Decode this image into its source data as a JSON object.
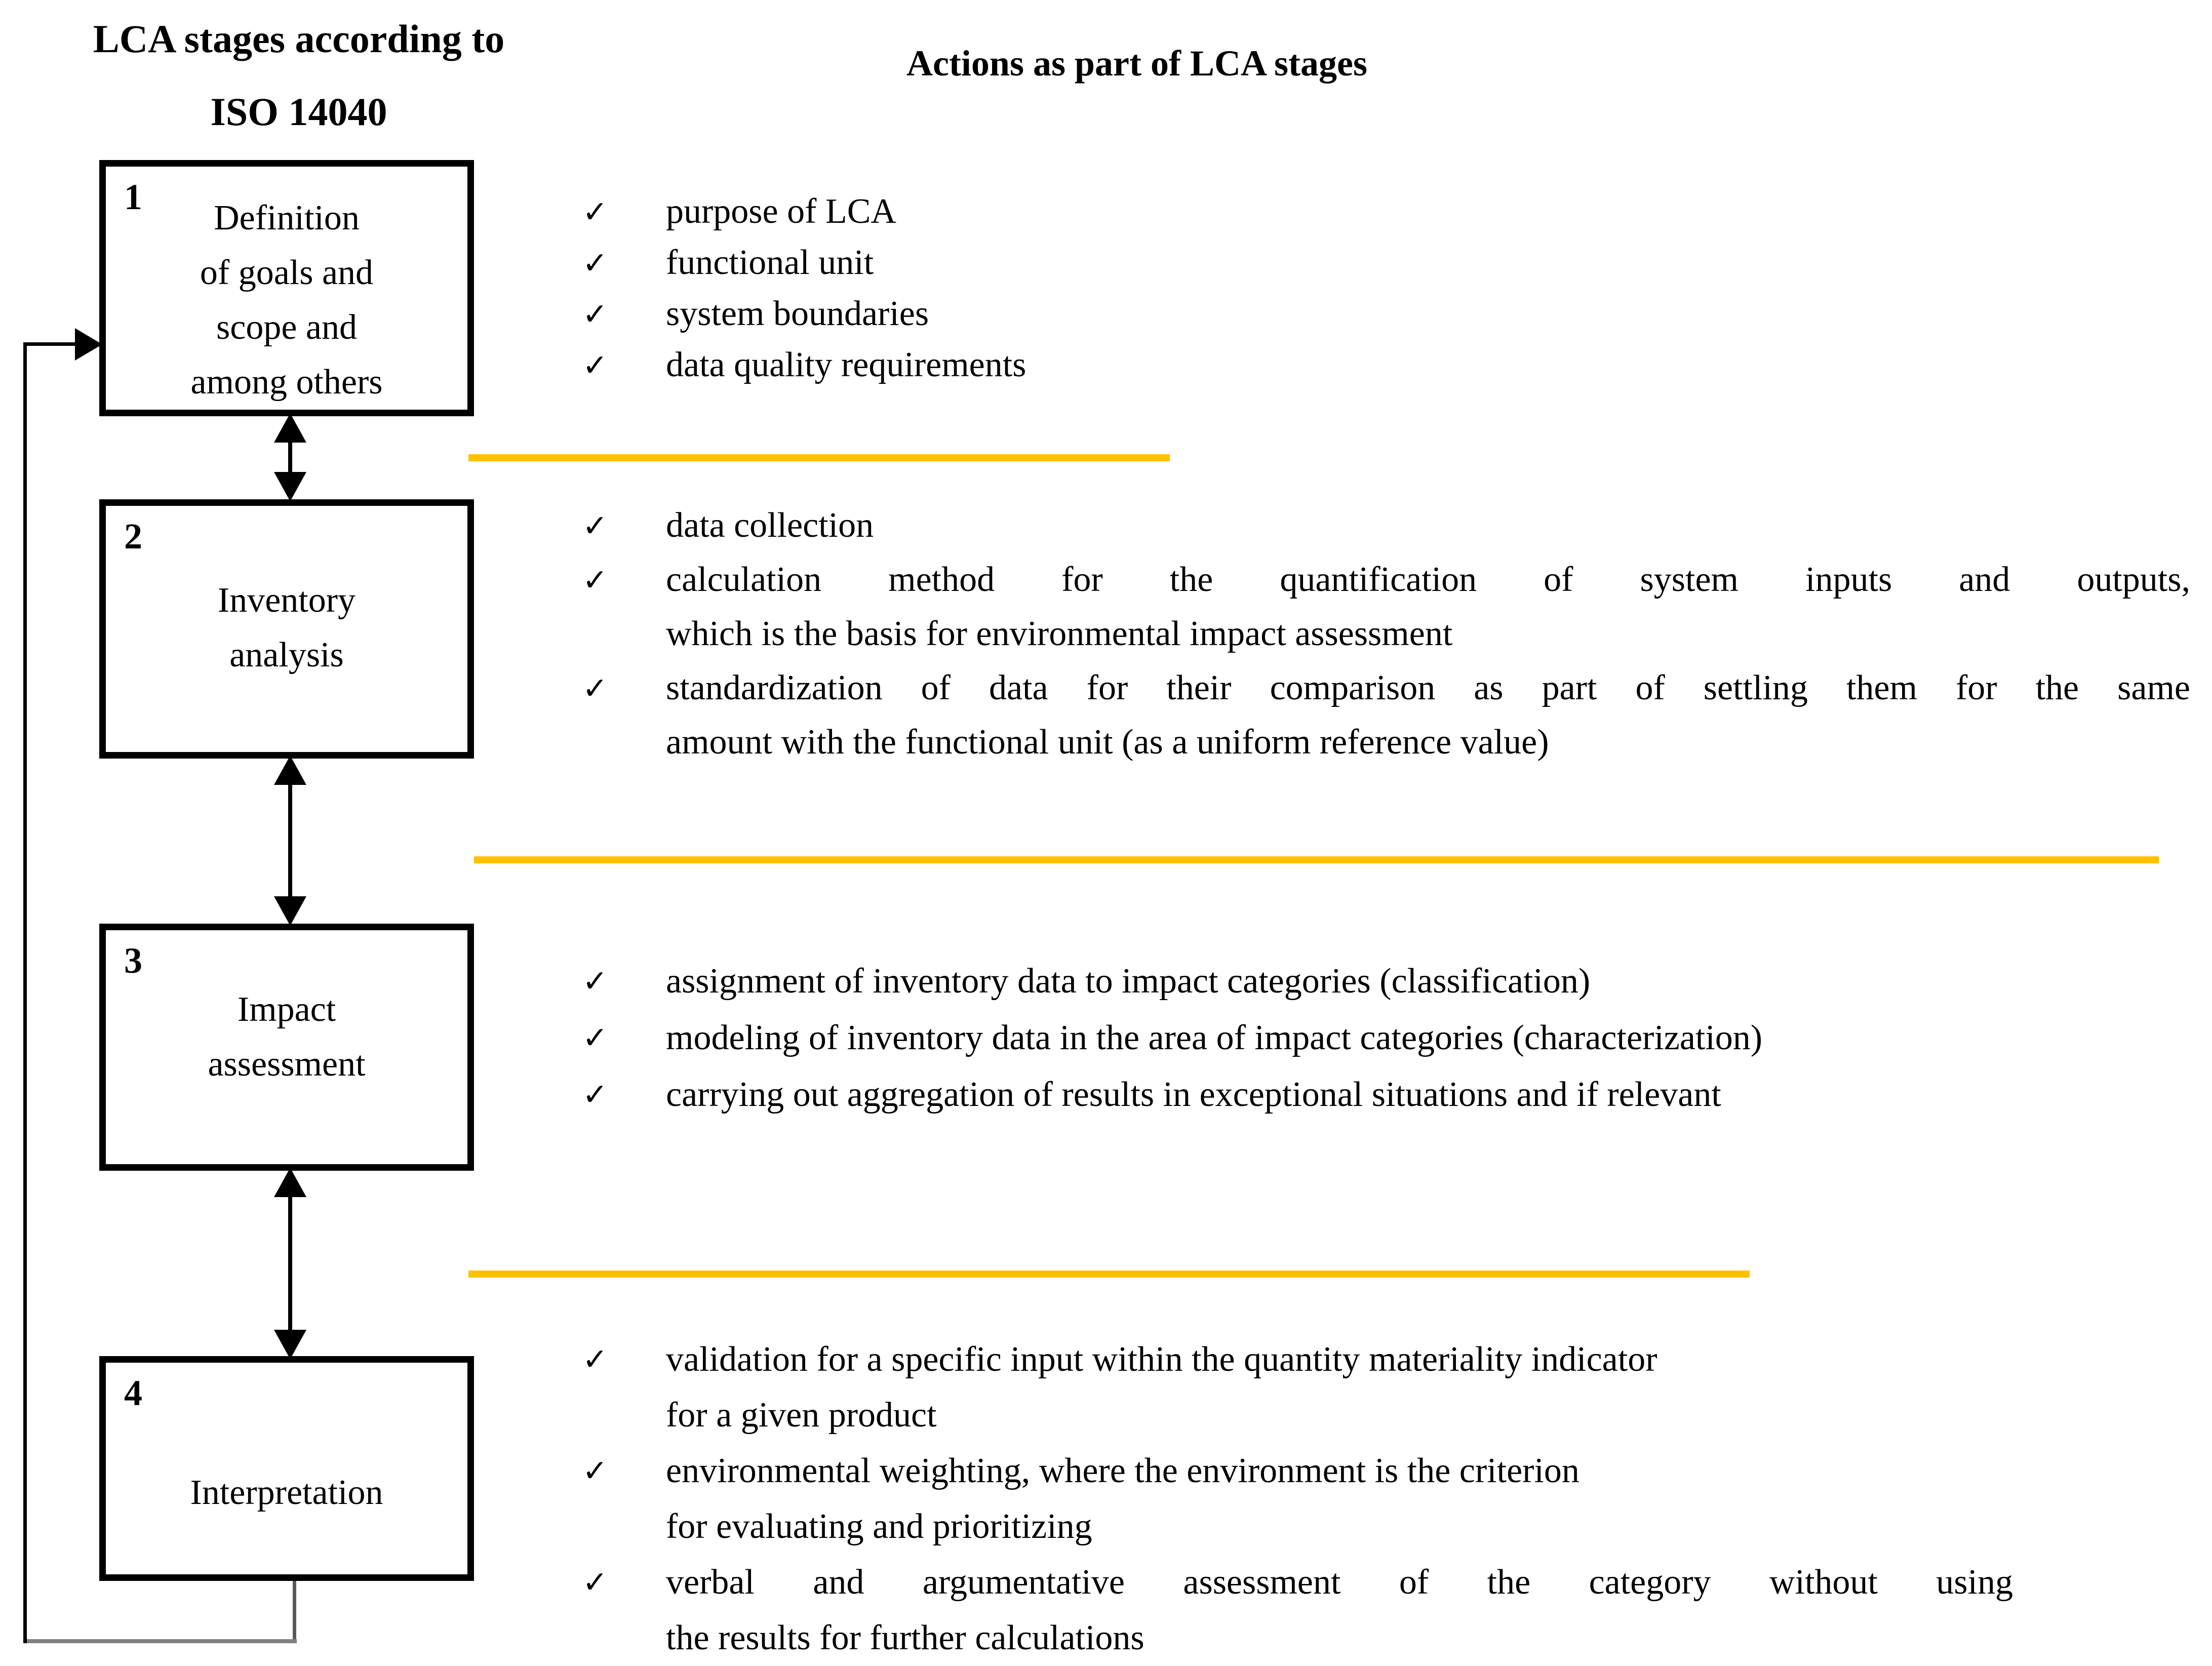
{
  "left_panel": {
    "title_line1": "LCA stages according to",
    "title_line2": "ISO 14040",
    "stages": [
      {
        "number": "1",
        "label_lines": [
          "Definition",
          "of goals and",
          "scope and",
          "among others"
        ]
      },
      {
        "number": "2",
        "label_lines": [
          "Inventory",
          "analysis"
        ]
      },
      {
        "number": "3",
        "label_lines": [
          "Impact",
          "assessment"
        ]
      },
      {
        "number": "4",
        "label_lines": [
          "Interpretation"
        ]
      }
    ]
  },
  "right_panel": {
    "heading": "Actions as part of LCA stages",
    "checkmark": "✓",
    "sections": [
      {
        "lines": [
          {
            "text": "purpose of LCA",
            "check": true
          },
          {
            "text": "functional unit",
            "check": true
          },
          {
            "text": "system boundaries",
            "check": true
          },
          {
            "text": "data quality requirements",
            "check": true
          }
        ]
      },
      {
        "lines": [
          {
            "text": "data collection",
            "check": true
          },
          {
            "text": "calculation method for the quantification of system inputs and outputs,",
            "check": true,
            "justify": true
          },
          {
            "text": "which is the basis for environmental impact assessment",
            "check": false
          },
          {
            "text": "standardization of data for their comparison as part of settling them for the same",
            "check": true,
            "justify": true
          },
          {
            "text": "amount with the functional unit (as a uniform reference value)",
            "check": false
          }
        ]
      },
      {
        "lines": [
          {
            "text": "assignment of inventory data to impact categories (classification)",
            "check": true
          },
          {
            "text": "modeling of inventory data in the area of impact categories (characterization)",
            "check": true
          },
          {
            "text": "carrying out aggregation of results in exceptional situations and if relevant",
            "check": true
          }
        ]
      },
      {
        "lines": [
          {
            "text": "validation for a specific input within the quantity materiality indicator",
            "check": true
          },
          {
            "text": "for a given product",
            "check": false
          },
          {
            "text": "environmental weighting, where the environment is the criterion",
            "check": true
          },
          {
            "text": "for evaluating and prioritizing",
            "check": false
          },
          {
            "text": "verbal and argumentative assessment of the category without using",
            "check": true,
            "justify": true
          },
          {
            "text": "the results for further calculations",
            "check": false
          }
        ]
      }
    ]
  },
  "colors": {
    "divider_orange": "#FFC000",
    "feedback_gray": "#808080",
    "diagram_black": "#000000"
  }
}
